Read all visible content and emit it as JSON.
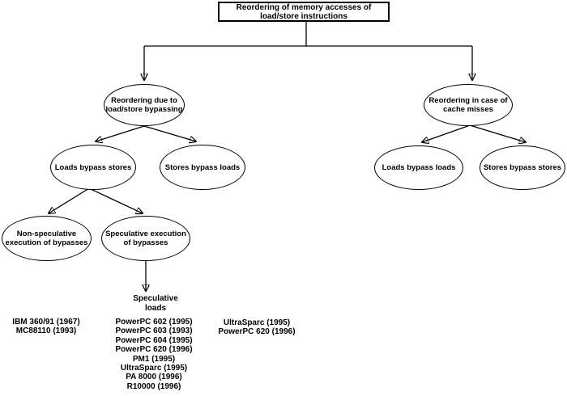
{
  "diagram": {
    "title_node": {
      "label_lines": [
        "Reordering of memory accesses of",
        "load/store instructions"
      ]
    },
    "nodes": {
      "reordering_bypassing": {
        "label_lines": [
          "Reordering due to",
          "load/store bypassing"
        ]
      },
      "cache_misses": {
        "label_lines": [
          "Reordering in case of",
          "cache misses"
        ]
      },
      "loads_bypass_stores": {
        "label_lines": [
          "Loads bypass stores"
        ]
      },
      "stores_bypass_loads": {
        "label_lines": [
          "Stores bypass loads"
        ]
      },
      "loads_bypass_loads": {
        "label_lines": [
          "Loads bypass loads"
        ]
      },
      "stores_bypass_stores": {
        "label_lines": [
          "Stores bypass stores"
        ]
      },
      "non_speculative": {
        "label_lines": [
          "Non-speculative",
          "execution of bypasses"
        ]
      },
      "speculative_execution": {
        "label_lines": [
          "Speculative execution",
          "of bypasses"
        ]
      }
    },
    "labels": {
      "speculative_loads": [
        "Speculative",
        "loads"
      ]
    },
    "processor_lists": {
      "non_speculative_examples": [
        "IBM 360/91 (1967)",
        "MC88110 (1993)"
      ],
      "speculative_loads_examples": [
        "PowerPC 602 (1995)",
        "PowerPC 603 (1993)",
        "PowerPC 604 (1995)",
        "PowerPC 620 (1996)",
        "PM1 (1995)",
        "UltraSparc (1995)",
        "PA 8000 (1996)",
        "R10000 (1996)"
      ],
      "cache_miss_examples": [
        "UltraSparc (1995)",
        "PowerPC 620 (1996)"
      ]
    },
    "colors": {
      "stroke": "#000000",
      "text": "#000000",
      "background": "#ffffff"
    }
  }
}
